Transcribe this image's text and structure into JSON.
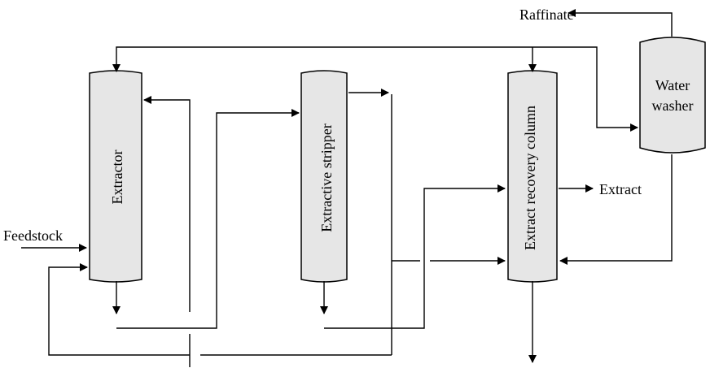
{
  "diagram": {
    "units": {
      "extractor": "Extractor",
      "stripper": "Extractive stripper",
      "recovery": "Extract recovery column",
      "washer_line1": "Water",
      "washer_line2": "washer"
    },
    "streams": {
      "feedstock": "Feedstock",
      "raffinate": "Raffinate",
      "extract": "Extract"
    },
    "colors": {
      "vessel_fill": "#e6e6e6",
      "line": "#000000"
    }
  }
}
